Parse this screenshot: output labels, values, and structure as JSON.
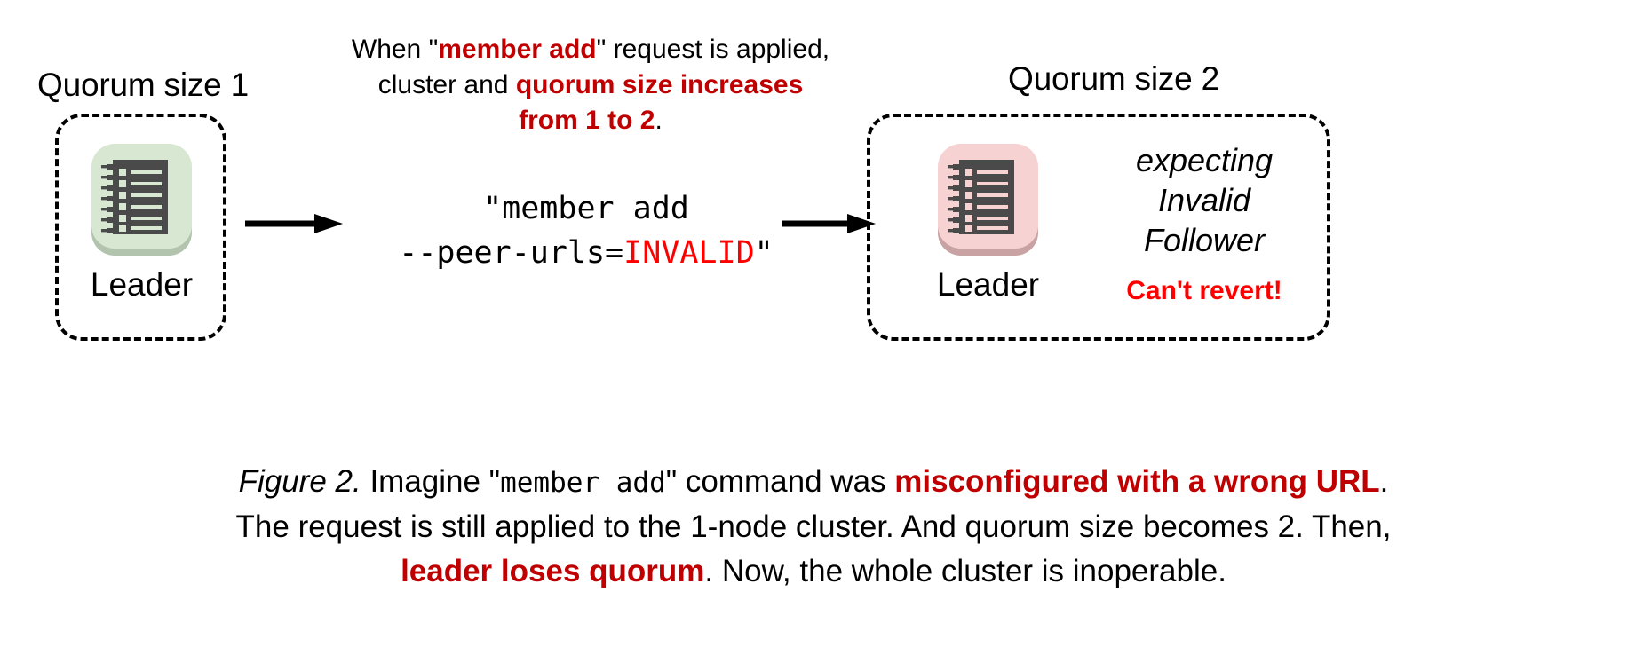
{
  "colors": {
    "dark_red": "#C00000",
    "bright_red": "#FF0000",
    "black": "#000000",
    "icon_body": "#4a4a4a",
    "green_plate": "#d7e7d2",
    "green_shadow": "#b3c4ae",
    "pink_plate": "#f7d2d2",
    "pink_shadow": "#c9a3a3"
  },
  "left_node": {
    "quorum_caption": "Quorum size 1",
    "icon_name": "ledger-icon-green",
    "label": "Leader"
  },
  "right_node": {
    "quorum_caption": "Quorum size 2",
    "icon_name": "ledger-icon-pink",
    "label": "Leader",
    "note_lines": [
      "expecting",
      "Invalid",
      "Follower"
    ],
    "warning": "Can't revert!"
  },
  "top_annotation": {
    "line1_pre": "When \"",
    "line1_em": "member add",
    "line1_post": "\" request is applied,",
    "line2_pre": "cluster and ",
    "line2_em": "quorum size increases",
    "line3_em": "from 1 to 2",
    "line3_post": "."
  },
  "command": {
    "line1": "\"member add",
    "line2_pre": "--peer-urls=",
    "line2_em": "INVALID",
    "line2_post": "\""
  },
  "arrows": {
    "arrow_1_name": "arrow-left-to-command",
    "arrow_2_name": "arrow-command-to-right"
  },
  "figure_caption": {
    "label": "Figure 2.",
    "seg1": " Imagine \"",
    "mono1": "member add",
    "seg2": "\" command was ",
    "em1": "misconfigured with a wrong URL",
    "seg3": ".",
    "seg4": "The request is still applied to the 1-node cluster. And quorum size becomes 2. Then,",
    "em2": "leader loses quorum",
    "seg5": ". Now, the whole cluster is inoperable."
  }
}
